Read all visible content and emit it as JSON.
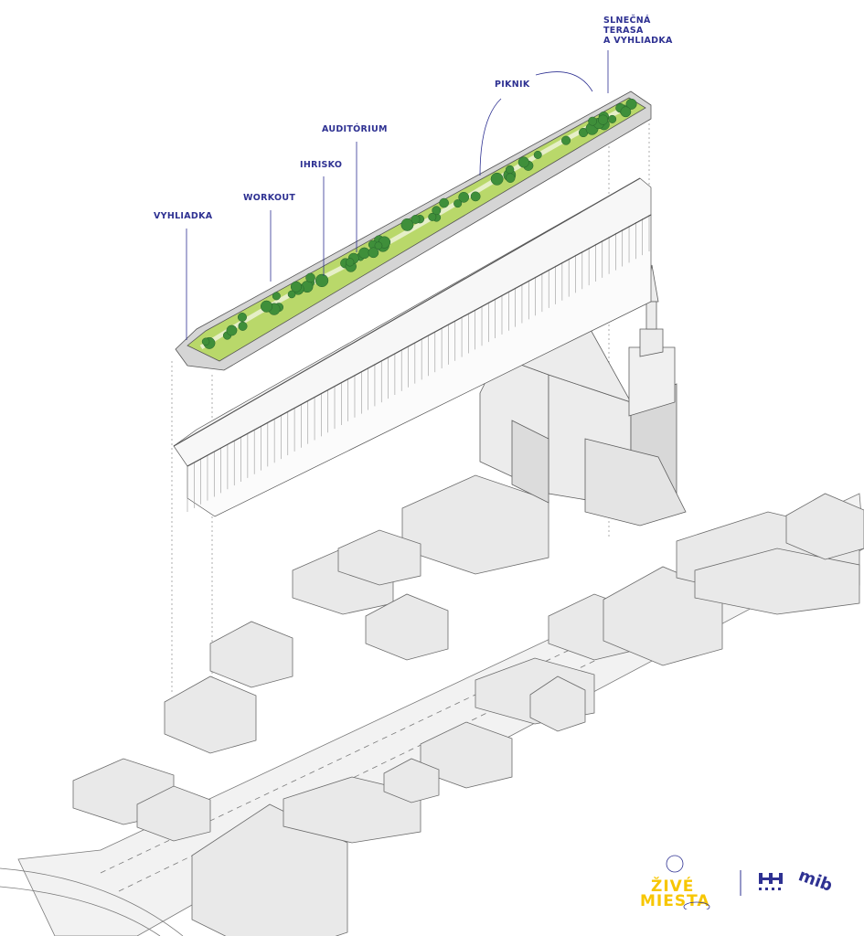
{
  "labels": {
    "vyhliadka": "VYHLIADKA",
    "workout": "WORKOUT",
    "ihrisko": "IHRISKO",
    "auditorium": "AUDITÓRIUM",
    "piknik": "PIKNIK",
    "terasa_line1": "SLNEČNÁ",
    "terasa_line2": "TERASA",
    "terasa_line3": "A VYHLIADKA"
  },
  "logos": {
    "zive_miesta_line1": "ŽIVÉ",
    "zive_miesta_line2": "MIESTA",
    "mib": "mib"
  },
  "colors": {
    "label": "#2e3192",
    "park_green": "#b9d86a",
    "tree_green": "#3f8f3a",
    "building": "#e9e9e9",
    "outline": "#6b6b6b",
    "logo_yellow": "#f7c600"
  }
}
